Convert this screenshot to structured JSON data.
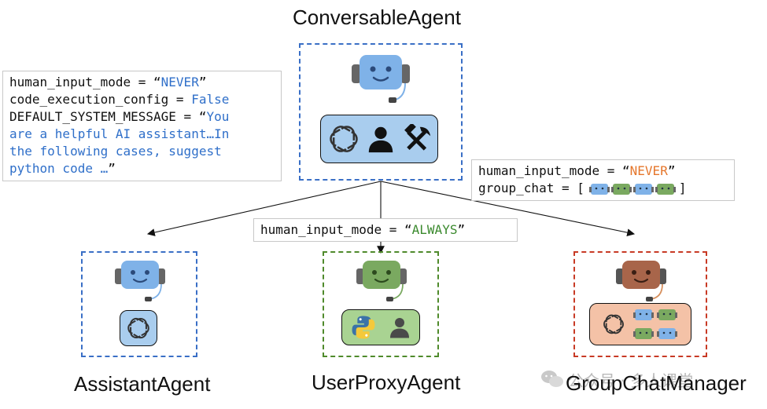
{
  "agents": {
    "conversable": {
      "title": "ConversableAgent"
    },
    "assistant": {
      "title": "AssistantAgent"
    },
    "user_proxy": {
      "title": "UserProxyAgent"
    },
    "group_chat": {
      "title": "GroupChatManager"
    }
  },
  "conversable_config": {
    "line1_prefix": "human_input_mode = “",
    "line1_value": "NEVER",
    "line1_suffix": "”",
    "line2_prefix": "code_execution_config = ",
    "line2_value": "False",
    "line3_prefix": "DEFAULT_SYSTEM_MESSAGE = “",
    "line3_value": "You",
    "line4": "are a helpful AI assistant…In",
    "line5": "the following cases, suggest",
    "line6": "python code …",
    "line6_suffix": "”"
  },
  "user_proxy_config": {
    "prefix": "human_input_mode = “",
    "value": "ALWAYS",
    "suffix": "”"
  },
  "group_chat_config": {
    "line1_prefix": "human_input_mode = “",
    "line1_value": "NEVER",
    "line1_suffix": "”",
    "line2_prefix": "group_chat = [",
    "line2_suffix": "]"
  },
  "colors": {
    "blue": "#3a6fc6",
    "green": "#4f8a2b",
    "red": "#c83a25",
    "robot_blue": "#7fb2e8",
    "robot_green": "#7aa960",
    "robot_brown": "#a8654a",
    "tray_blue": "#a9cdee",
    "tray_green": "#a9d392",
    "tray_peach": "#f4c2a7"
  },
  "icons": [
    "robot-icon",
    "openai-logo-icon",
    "person-icon",
    "hammer-pick-icon",
    "python-logo-icon",
    "wechat-icon"
  ],
  "watermark": "公众号 · 多人课堂"
}
